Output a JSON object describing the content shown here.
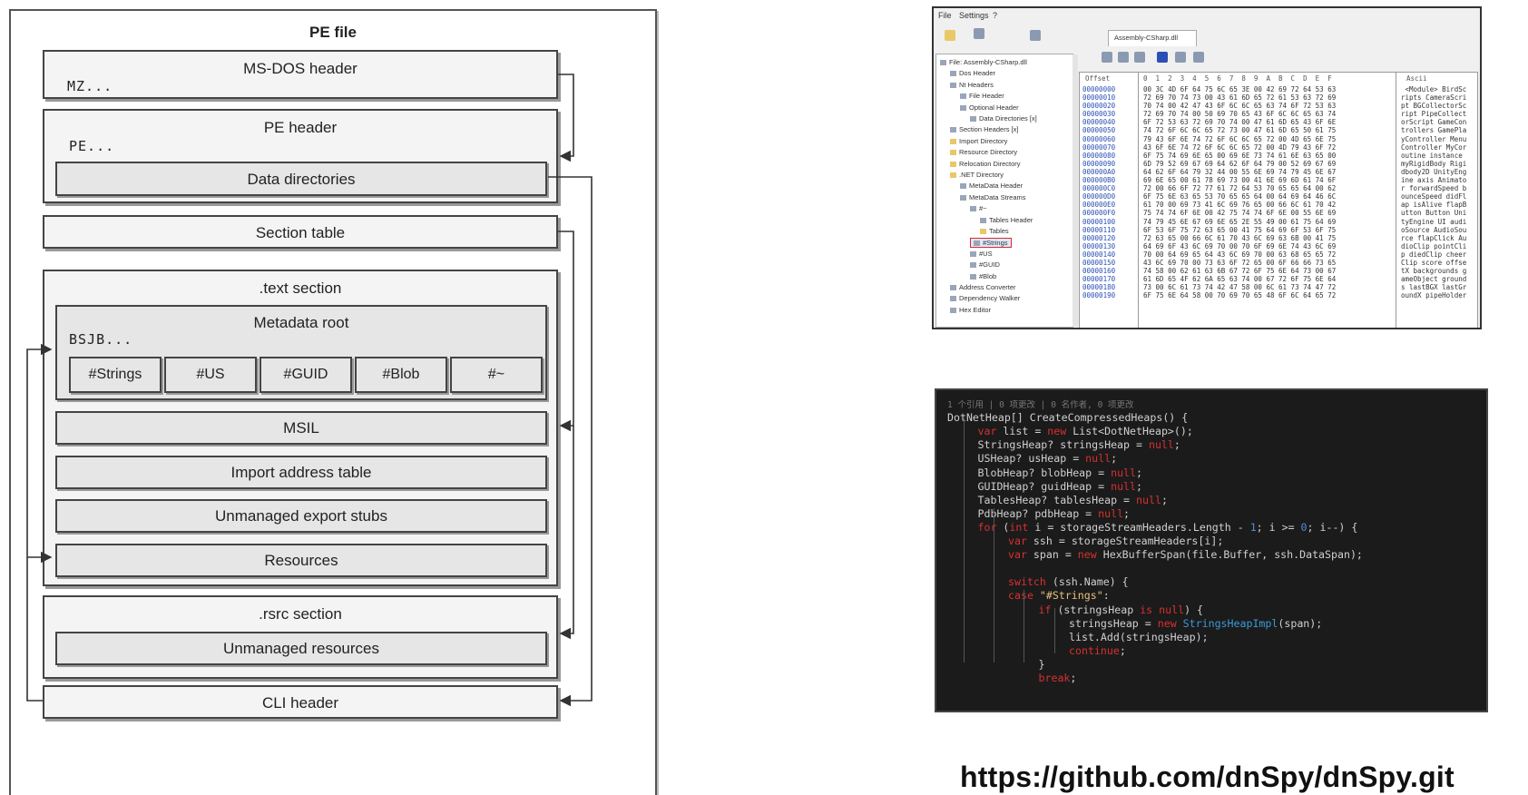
{
  "pe": {
    "title": "PE file",
    "msdos": {
      "title": "MS-DOS header",
      "sig": "MZ..."
    },
    "peheader": {
      "title": "PE header",
      "sig": "PE...",
      "data_directories": "Data directories"
    },
    "section_table": "Section table",
    "text_section": {
      "title": ".text section",
      "metadata_root": {
        "title": "Metadata root",
        "sig": "BSJB...",
        "streams": [
          "#Strings",
          "#US",
          "#GUID",
          "#Blob",
          "#~"
        ]
      },
      "msil": "MSIL",
      "iat": "Import address table",
      "stubs": "Unmanaged export stubs",
      "resources": "Resources"
    },
    "rsrc_section": {
      "title": ".rsrc section",
      "unmanaged": "Unmanaged resources"
    },
    "cli_header": "CLI header"
  },
  "dnspy": {
    "menu": [
      "File",
      "Settings",
      "?"
    ],
    "tab": "Assembly-CSharp.dll",
    "tree": [
      {
        "label": "File: Assembly-CSharp.dll",
        "depth": 0,
        "folder": false
      },
      {
        "label": "Dos Header",
        "depth": 1,
        "folder": false
      },
      {
        "label": "Nt Headers",
        "depth": 1,
        "folder": false
      },
      {
        "label": "File Header",
        "depth": 2,
        "folder": false
      },
      {
        "label": "Optional Header",
        "depth": 2,
        "folder": false
      },
      {
        "label": "Data Directories [x]",
        "depth": 3,
        "folder": false
      },
      {
        "label": "Section Headers [x]",
        "depth": 1,
        "folder": false
      },
      {
        "label": "Import Directory",
        "depth": 1,
        "folder": true
      },
      {
        "label": "Resource Directory",
        "depth": 1,
        "folder": true
      },
      {
        "label": "Relocation Directory",
        "depth": 1,
        "folder": true
      },
      {
        "label": ".NET Directory",
        "depth": 1,
        "folder": true
      },
      {
        "label": "MetaData Header",
        "depth": 2,
        "folder": false
      },
      {
        "label": "MetaData Streams",
        "depth": 2,
        "folder": false
      },
      {
        "label": "#~",
        "depth": 3,
        "folder": false
      },
      {
        "label": "Tables Header",
        "depth": 4,
        "folder": false
      },
      {
        "label": "Tables",
        "depth": 4,
        "folder": true
      },
      {
        "label": "#Strings",
        "depth": 3,
        "folder": false
      },
      {
        "label": "#US",
        "depth": 3,
        "folder": false
      },
      {
        "label": "#GUID",
        "depth": 3,
        "folder": false
      },
      {
        "label": "#Blob",
        "depth": 3,
        "folder": false
      },
      {
        "label": "Address Converter",
        "depth": 1,
        "folder": false
      },
      {
        "label": "Dependency Walker",
        "depth": 1,
        "folder": false
      },
      {
        "label": "Hex Editor",
        "depth": 1,
        "folder": false
      }
    ],
    "selected_index": 16,
    "hex_header": {
      "offset": "Offset",
      "cols": "0  1  2  3  4  5  6  7  8  9  A  B  C  D  E  F",
      "ascii": "Ascii"
    },
    "offsets": [
      "00000000",
      "00000010",
      "00000020",
      "00000030",
      "00000040",
      "00000050",
      "00000060",
      "00000070",
      "00000080",
      "00000090",
      "000000A0",
      "000000B0",
      "000000C0",
      "000000D0",
      "000000E0",
      "000000F0",
      "00000100",
      "00000110",
      "00000120",
      "00000130",
      "00000140",
      "00000150",
      "00000160",
      "00000170",
      "00000180",
      "00000190"
    ],
    "hex_rows": [
      "00 3C 4D 6F 64 75 6C 65 3E 00 42 69 72 64 53 63",
      "72 69 70 74 73 00 43 61 6D 65 72 61 53 63 72 69",
      "70 74 00 42 47 43 6F 6C 6C 65 63 74 6F 72 53 63",
      "72 69 70 74 00 50 69 70 65 43 6F 6C 6C 65 63 74",
      "6F 72 53 63 72 69 70 74 00 47 61 6D 65 43 6F 6E",
      "74 72 6F 6C 6C 65 72 73 00 47 61 6D 65 50 61 75",
      "79 43 6F 6E 74 72 6F 6C 6C 65 72 00 4D 65 6E 75",
      "43 6F 6E 74 72 6F 6C 6C 65 72 00 4D 79 43 6F 72",
      "6F 75 74 69 6E 65 00 69 6E 73 74 61 6E 63 65 00",
      "6D 79 52 69 67 69 64 62 6F 64 79 00 52 69 67 69",
      "64 62 6F 64 79 32 44 00 55 6E 69 74 79 45 6E 67",
      "69 6E 65 00 61 78 69 73 00 41 6E 69 6D 61 74 6F",
      "72 00 66 6F 72 77 61 72 64 53 70 65 65 64 00 62",
      "6F 75 6E 63 65 53 70 65 65 64 00 64 69 64 46 6C",
      "61 70 00 69 73 41 6C 69 76 65 00 66 6C 61 70 42",
      "75 74 74 6F 6E 00 42 75 74 74 6F 6E 00 55 6E 69",
      "74 79 45 6E 67 69 6E 65 2E 55 49 00 61 75 64 69",
      "6F 53 6F 75 72 63 65 00 41 75 64 69 6F 53 6F 75",
      "72 63 65 00 66 6C 61 70 43 6C 69 63 6B 00 41 75",
      "64 69 6F 43 6C 69 70 00 70 6F 69 6E 74 43 6C 69",
      "70 00 64 69 65 64 43 6C 69 70 00 63 68 65 65 72",
      "43 6C 69 70 00 73 63 6F 72 65 00 6F 66 66 73 65",
      "74 58 00 62 61 63 6B 67 72 6F 75 6E 64 73 00 67",
      "61 6D 65 4F 62 6A 65 63 74 00 67 72 6F 75 6E 64",
      "73 00 6C 61 73 74 42 47 58 00 6C 61 73 74 47 72",
      "6F 75 6E 64 58 00 70 69 70 65 48 6F 6C 64 65 72"
    ],
    "ascii_rows": [
      " <Module> BirdSc",
      "ripts CameraScri",
      "pt BGCollectorSc",
      "ript PipeCollect",
      "orScript GameCon",
      "trollers GamePla",
      "yController Menu",
      "Controller MyCor",
      "outine instance ",
      "myRigidBody Rigi",
      "dbody2D UnityEng",
      "ine axis Animato",
      "r forwardSpeed b",
      "ounceSpeed didFl",
      "ap isAlive flapB",
      "utton Button Uni",
      "tyEngine UI audi",
      "oSource AudioSou",
      "rce flapClick Au",
      "dioClip pointCli",
      "p diedClip cheer",
      "Clip score offse",
      "tX backgrounds g",
      "ameObject ground",
      "s lastBGX lastGr",
      "oundX pipeHolder"
    ]
  },
  "code": {
    "lines": [
      {
        "kind": "comment",
        "text": "1 个引用 | 0 项更改 | 0 名作者, 0 项更改"
      },
      {
        "kind": "code",
        "indent": 0,
        "parts": [
          [
            "t",
            "DotNetHeap[] CreateCompressedHeaps() {"
          ]
        ]
      },
      {
        "kind": "code",
        "indent": 1,
        "parts": [
          [
            "k",
            "var"
          ],
          [
            "t",
            " list = "
          ],
          [
            "k",
            "new"
          ],
          [
            "t",
            " List<DotNetHeap>();"
          ]
        ]
      },
      {
        "kind": "code",
        "indent": 1,
        "parts": [
          [
            "t",
            "StringsHeap? stringsHeap = "
          ],
          [
            "k",
            "null"
          ],
          [
            "t",
            ";"
          ]
        ]
      },
      {
        "kind": "code",
        "indent": 1,
        "parts": [
          [
            "t",
            "USHeap? usHeap = "
          ],
          [
            "k",
            "null"
          ],
          [
            "t",
            ";"
          ]
        ]
      },
      {
        "kind": "code",
        "indent": 1,
        "parts": [
          [
            "t",
            "BlobHeap? blobHeap = "
          ],
          [
            "k",
            "null"
          ],
          [
            "t",
            ";"
          ]
        ]
      },
      {
        "kind": "code",
        "indent": 1,
        "parts": [
          [
            "t",
            "GUIDHeap? guidHeap = "
          ],
          [
            "k",
            "null"
          ],
          [
            "t",
            ";"
          ]
        ]
      },
      {
        "kind": "code",
        "indent": 1,
        "parts": [
          [
            "t",
            "TablesHeap? tablesHeap = "
          ],
          [
            "k",
            "null"
          ],
          [
            "t",
            ";"
          ]
        ]
      },
      {
        "kind": "code",
        "indent": 1,
        "parts": [
          [
            "t",
            "PdbHeap? pdbHeap = "
          ],
          [
            "k",
            "null"
          ],
          [
            "t",
            ";"
          ]
        ]
      },
      {
        "kind": "code",
        "indent": 1,
        "parts": [
          [
            "k",
            "for"
          ],
          [
            "t",
            " ("
          ],
          [
            "k",
            "int"
          ],
          [
            "t",
            " i = storageStreamHeaders.Length - "
          ],
          [
            "n",
            "1"
          ],
          [
            "t",
            "; i >= "
          ],
          [
            "n",
            "0"
          ],
          [
            "t",
            "; i--) {"
          ]
        ]
      },
      {
        "kind": "code",
        "indent": 2,
        "parts": [
          [
            "k",
            "var"
          ],
          [
            "t",
            " ssh = storageStreamHeaders[i];"
          ]
        ]
      },
      {
        "kind": "code",
        "indent": 2,
        "parts": [
          [
            "k",
            "var"
          ],
          [
            "t",
            " span = "
          ],
          [
            "k",
            "new"
          ],
          [
            "t",
            " HexBufferSpan(file.Buffer, ssh.DataSpan);"
          ]
        ]
      },
      {
        "kind": "blank"
      },
      {
        "kind": "code",
        "indent": 2,
        "parts": [
          [
            "k",
            "switch"
          ],
          [
            "t",
            " (ssh.Name) {"
          ]
        ]
      },
      {
        "kind": "code",
        "indent": 2,
        "parts": [
          [
            "k",
            "case"
          ],
          [
            "t",
            " "
          ],
          [
            "s",
            "\"#Strings\""
          ],
          [
            "t",
            ":"
          ]
        ]
      },
      {
        "kind": "code",
        "indent": 3,
        "parts": [
          [
            "k",
            "if"
          ],
          [
            "t",
            " (stringsHeap "
          ],
          [
            "k",
            "is"
          ],
          [
            "t",
            " "
          ],
          [
            "k",
            "null"
          ],
          [
            "t",
            ") {"
          ]
        ]
      },
      {
        "kind": "code",
        "indent": 4,
        "parts": [
          [
            "t",
            "stringsHeap = "
          ],
          [
            "k",
            "new"
          ],
          [
            "t",
            " "
          ],
          [
            "y",
            "StringsHeapImpl"
          ],
          [
            "t",
            "(span);"
          ]
        ]
      },
      {
        "kind": "code",
        "indent": 4,
        "parts": [
          [
            "t",
            "list.Add(stringsHeap);"
          ]
        ]
      },
      {
        "kind": "code",
        "indent": 4,
        "parts": [
          [
            "k",
            "continue"
          ],
          [
            "t",
            ";"
          ]
        ]
      },
      {
        "kind": "code",
        "indent": 3,
        "parts": [
          [
            "t",
            "}"
          ]
        ]
      },
      {
        "kind": "code",
        "indent": 3,
        "parts": [
          [
            "k",
            "break"
          ],
          [
            "t",
            ";"
          ]
        ]
      }
    ]
  },
  "link": "https://github.com/dnSpy/dnSpy.git",
  "colors": {
    "code_bg": "#1b1b1b",
    "keyword": "#d7312f",
    "string": "#e6c07b",
    "number": "#4f8bd6",
    "highlight": "#e0262b",
    "hex_offset": "#2b4fb5"
  }
}
